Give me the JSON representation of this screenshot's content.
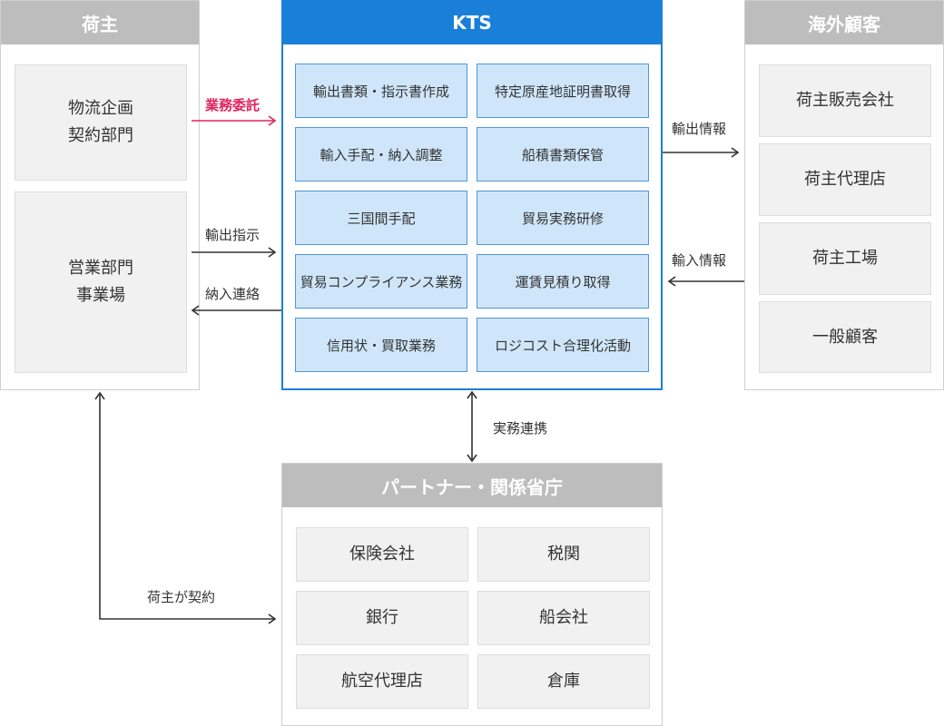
{
  "colors": {
    "accent": "#e0245e",
    "kts_blue": "#1a7fd9",
    "service_fill": "#cfe6fa",
    "header_gray": "#bdbdbd",
    "cell_gray": "#f1f1f1"
  },
  "shipper": {
    "title": "荷主",
    "dept1_line1": "物流企画",
    "dept1_line2": "契約部門",
    "dept2_line1": "営業部門",
    "dept2_line2": "事業場"
  },
  "kts": {
    "title": "KTS",
    "services": [
      "輸出書類・指示書作成",
      "特定原産地証明書取得",
      "輸入手配・納入調整",
      "船積書類保管",
      "三国間手配",
      "貿易実務研修",
      "貿易コンプライアンス業務",
      "運賃見積り取得",
      "信用状・買取業務",
      "ロジコスト合理化活動"
    ]
  },
  "overseas": {
    "title": "海外顧客",
    "items": [
      "荷主販売会社",
      "荷主代理店",
      "荷主工場",
      "一般顧客"
    ]
  },
  "partners": {
    "title": "パートナー・関係省庁",
    "items": [
      "保険会社",
      "税関",
      "銀行",
      "船会社",
      "航空代理店",
      "倉庫"
    ]
  },
  "labels": {
    "business_commission": "業務委託",
    "export_instruction": "輸出指示",
    "delivery_contact": "納入連絡",
    "export_info": "輸出情報",
    "import_info": "輸入情報",
    "practical_collaboration": "実務連携",
    "shipper_contract": "荷主が契約"
  }
}
